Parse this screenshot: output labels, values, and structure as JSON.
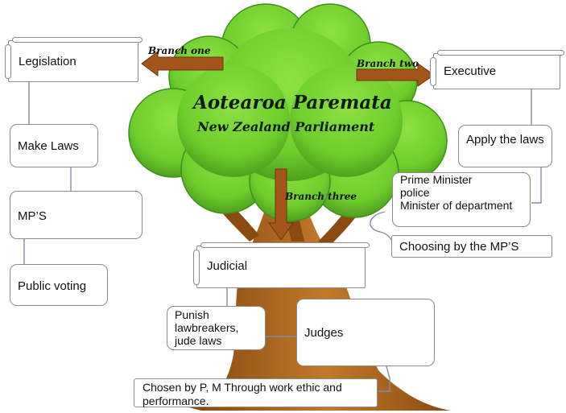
{
  "title": {
    "maori": "Aotearoa Paremata",
    "english": "New Zealand Parliament"
  },
  "branches": {
    "one": "Branch one",
    "two": "Branch two",
    "three": "Branch three"
  },
  "legislation": {
    "heading": "Legislation",
    "make_laws": "Make Laws",
    "mps": "MP’S",
    "public_voting": "Public voting"
  },
  "executive": {
    "heading": "Executive",
    "apply_laws": "Apply the laws",
    "roles": [
      "Prime Minister",
      "police",
      "Minister of department"
    ],
    "choosing": "Choosing by the MP’S"
  },
  "judicial": {
    "heading": "Judicial",
    "punish": "Punish lawbreakers, jude laws",
    "judges": "Judges",
    "chosen": "Chosen by P, M Through work ethic and performance."
  },
  "colors": {
    "foliage": "#6fce2c",
    "foliage_dark": "#3f8f1c",
    "trunk": "#b6691f",
    "arrow": "#a4561a",
    "connector": "#7f8fa6"
  }
}
